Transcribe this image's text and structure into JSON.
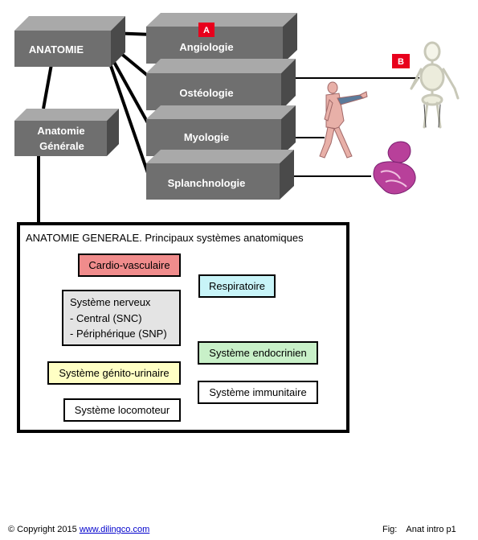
{
  "boxes": {
    "anatomie": "ANATOMIE",
    "generale_line1": "Anatomie",
    "generale_line2": "Générale",
    "angiologie": "Angiologie",
    "osteologie": "Ostéologie",
    "myologie": "Myologie",
    "splanchnologie": "Splanchnologie"
  },
  "badges": {
    "a": "A",
    "b": "B"
  },
  "panel": {
    "title": "ANATOMIE GENERALE. Principaux systèmes anatomiques",
    "systems": {
      "cardio": "Cardio-vasculaire",
      "respiratoire": "Respiratoire",
      "nerveux_line1": "Système nerveux",
      "nerveux_line2": "- Central (SNC)",
      "nerveux_line3": "- Périphérique (SNP)",
      "endocrinien": "Système endocrinien",
      "genito": "Système génito-urinaire",
      "immunitaire": "Système immunitaire",
      "locomoteur": "Système locomoteur"
    }
  },
  "colors": {
    "box_front": "#6f6f6f",
    "box_top": "#a9a9a9",
    "box_side": "#4a4a4a",
    "badge": "#e8001c",
    "cardio": "#f08c8c",
    "respiratoire": "#c8f4f8",
    "nerveux": "#e4e4e4",
    "endocrinien": "#c8f0c8",
    "genito": "#ffffc4",
    "immunitaire": "#ffffff",
    "locomoteur": "#ffffff"
  },
  "footer": {
    "copyright": "© Copyright 2015",
    "link": "www.dilingco.com",
    "fig_label": "Fig:",
    "fig_ref": "Anat intro p1"
  }
}
